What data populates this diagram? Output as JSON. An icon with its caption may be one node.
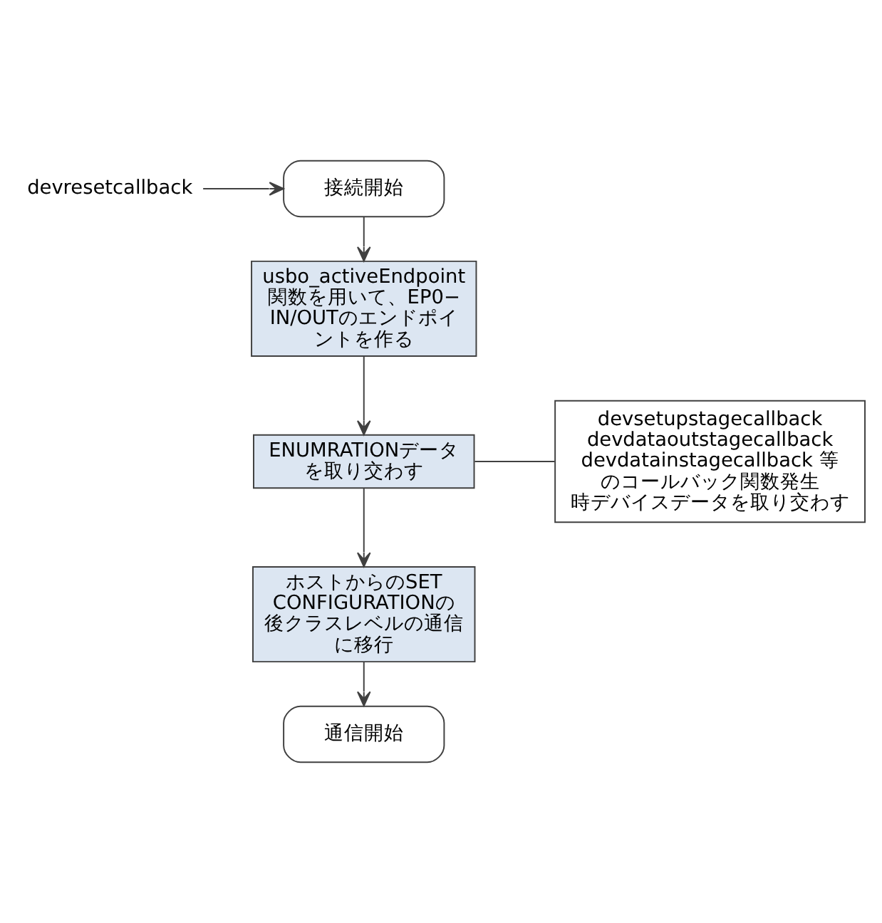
{
  "diagram": {
    "nodes": [
      {
        "text": [
          "接続開始"
        ]
      },
      {
        "text": [
          "devresetcallback"
        ]
      },
      {
        "text": [
          "usbo_activeEndpoint関数を用いて、EP0−IN/OUTのエンドポイントを作る"
        ]
      },
      {
        "text": [
          "ENUMRATIONデータを取り交わす"
        ]
      },
      {
        "text": [
          "devsetupstagecallback devdataoutstagecallback devdatainstagecallback 等のコールバック関数発生時デバイスデータを取り交わす"
        ]
      },
      {
        "text": [
          "ホストからのSET CONFIGURATIONの後クラスレベルの通信に移行"
        ]
      },
      {
        "text": [
          "通信開始"
        ]
      }
    ],
    "edges": [
      {
        "from": 1,
        "to": 0,
        "arrow": "to"
      },
      {
        "from": 0,
        "to": 2,
        "arrow": "to"
      },
      {
        "from": 2,
        "to": 3,
        "arrow": "to"
      },
      {
        "from": 3,
        "to": 4,
        "arrow": "none"
      },
      {
        "from": 3,
        "to": 5,
        "arrow": "to"
      },
      {
        "from": 5,
        "to": 6,
        "arrow": "to"
      }
    ]
  }
}
